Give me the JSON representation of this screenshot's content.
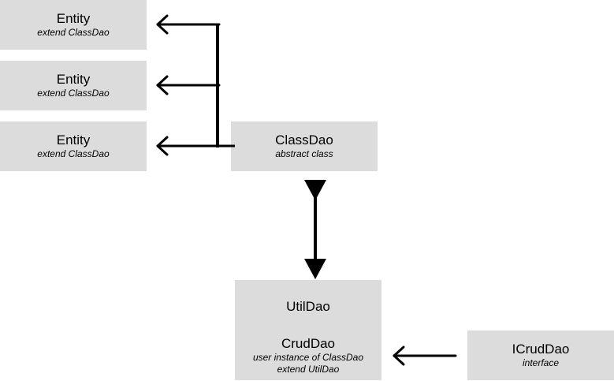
{
  "entities": [
    {
      "title": "Entity",
      "subtitle": "extend ClassDao"
    },
    {
      "title": "Entity",
      "subtitle": "extend ClassDao"
    },
    {
      "title": "Entity",
      "subtitle": "extend ClassDao"
    }
  ],
  "classdao": {
    "title": "ClassDao",
    "subtitle": "abstract class"
  },
  "utildao": {
    "title": "UtilDao",
    "crud_title": "CrudDao",
    "crud_line1": "user instance of ClassDao",
    "crud_line2": "extend UtilDao"
  },
  "icruddao": {
    "title": "ICrudDao",
    "subtitle": "interface"
  },
  "colors": {
    "box_fill": "#dcdcdc",
    "line": "#000000"
  }
}
